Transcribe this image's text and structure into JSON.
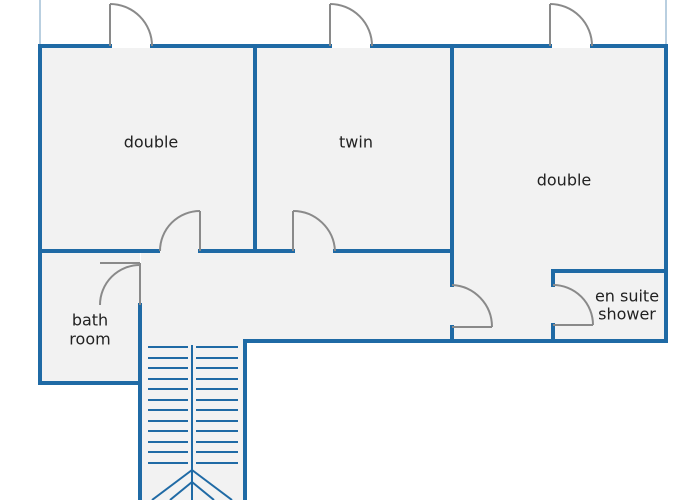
{
  "colors": {
    "wall": "#1f6aa5",
    "floor": "#f2f2f2",
    "door": "#8a8a8a",
    "background": "#ffffff",
    "text": "#222222"
  },
  "rooms": {
    "bedroom_left": {
      "label": "double"
    },
    "bedroom_middle": {
      "label": "twin"
    },
    "bedroom_right": {
      "label": "double"
    },
    "bathroom": {
      "label_line1": "bath",
      "label_line2": "room"
    },
    "ensuite": {
      "label_line1": "en suite",
      "label_line2": "shower"
    }
  }
}
